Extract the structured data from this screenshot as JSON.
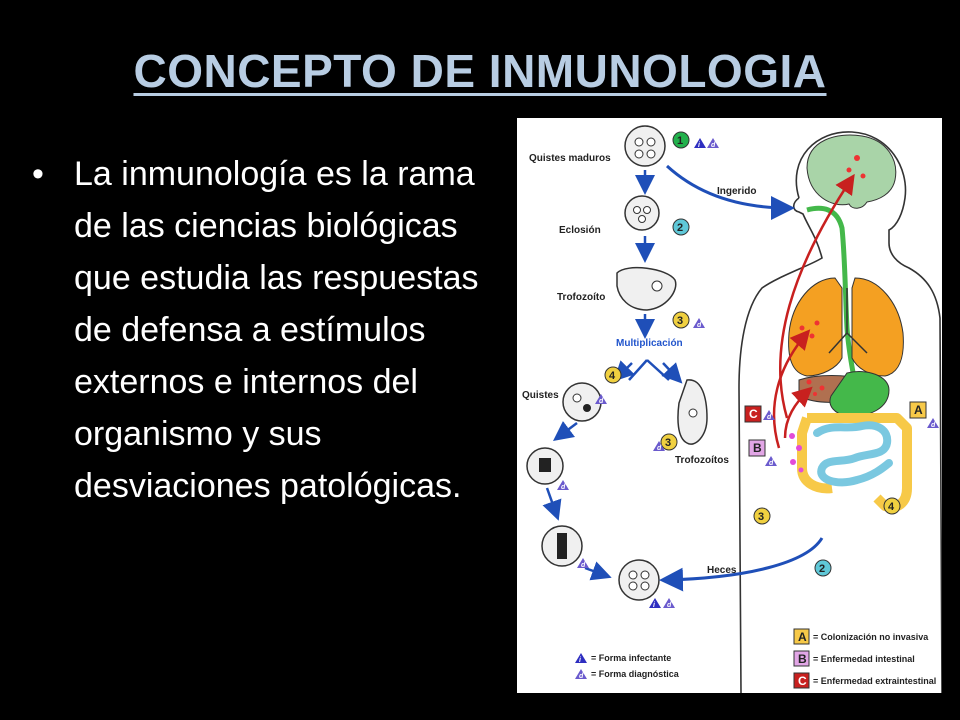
{
  "slide": {
    "title": "CONCEPTO DE INMUNOLOGIA",
    "bullet_marker": "•",
    "bullet_text": "La inmunología es la rama de las ciencias biológicas que estudia las respuestas de defensa a estímulos externos e internos del organismo y sus desviaciones patológicas."
  },
  "diagram": {
    "labels": {
      "quistes_maduros": "Quistes maduros",
      "ingerido": "Ingerido",
      "eclosion": "Eclosión",
      "trofozoito": "Trofozoíto",
      "multiplicacion": "Multiplicación",
      "quistes": "Quistes",
      "trofozoitos": "Trofozoítos",
      "heces": "Heces"
    },
    "markers": {
      "i": "i",
      "d": "d",
      "A": "A",
      "B": "B",
      "C": "C"
    },
    "steps": [
      "1",
      "2",
      "3",
      "4"
    ],
    "legend": {
      "forma_infectante": "= Forma infectante",
      "forma_diagnostica": "= Forma diagnóstica",
      "A": "= Colonización no invasiva",
      "B": "= Enfermedad intestinal",
      "C": "= Enfermedad extraintestinal"
    },
    "colors": {
      "step1": "#22b14c",
      "step_other": "#5fc8d8",
      "step_yellow": "#f0d040",
      "box_A": "#f7c948",
      "box_B": "#e2a6e6",
      "box_C": "#c8201f",
      "arrow_blue": "#1f4fb8",
      "arrow_red": "#c8201f",
      "brain": "#a9d4a8",
      "lungs": "#f4a022",
      "gut": "#44b84a",
      "intestine": "#7ac8e0",
      "colon": "#f7c948",
      "liver": "#b07050"
    }
  }
}
